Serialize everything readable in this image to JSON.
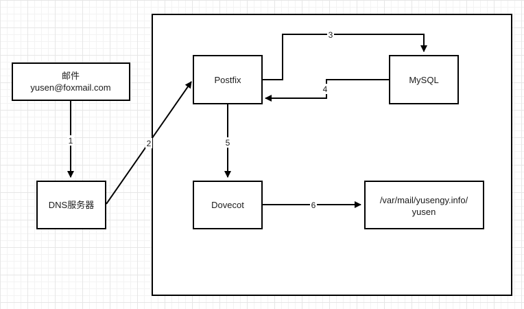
{
  "diagram": {
    "nodes": {
      "mail": [
        "邮件",
        "yusen@foxmail.com"
      ],
      "dns": [
        "DNS服务器"
      ],
      "postfix": [
        "Postfix"
      ],
      "mysql": [
        "MySQL"
      ],
      "dovecot": [
        "Dovecot"
      ],
      "maildir": [
        "/var/mail/yusengy.info/",
        "yusen"
      ]
    },
    "edges": {
      "e1": "1",
      "e2": "2",
      "e3": "3",
      "e4": "4",
      "e5": "5",
      "e6": "6"
    }
  }
}
